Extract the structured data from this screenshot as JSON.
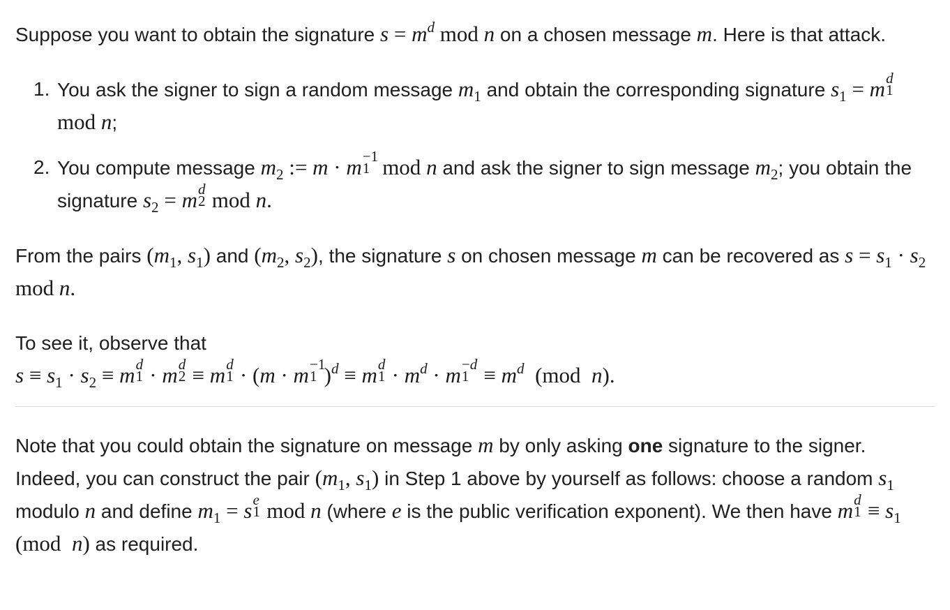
{
  "intro": {
    "text_a": "Suppose you want to obtain the signature ",
    "text_b": " on a chosen message ",
    "text_c": ". Here is that attack."
  },
  "steps": [
    {
      "number": "1.",
      "text_a": "You ask the signer to sign a random message ",
      "text_b": " and obtain the corresponding signature "
    },
    {
      "number": "2.",
      "text_a": "You compute message ",
      "text_b": " and ask the signer to sign message ",
      "text_c": "; you obtain the signature "
    }
  ],
  "recovery": {
    "text_a": "From the pairs ",
    "text_b": " and ",
    "text_c": ", the signature ",
    "text_d": " on chosen message ",
    "text_e": " can be recovered as "
  },
  "proof": {
    "text_a": "To see it, observe that"
  },
  "note": {
    "text_a": "Note that you could obtain the signature on message ",
    "text_b": " by only asking ",
    "bold": "one",
    "text_c": " signature to the signer. Indeed, you can construct the pair ",
    "text_d": " in Step 1 above by yourself as follows: choose a random ",
    "text_e": " modulo ",
    "text_f": " and define ",
    "text_g": " (where ",
    "text_h": " is the public verification exponent). We then have ",
    "text_i": " as required."
  }
}
